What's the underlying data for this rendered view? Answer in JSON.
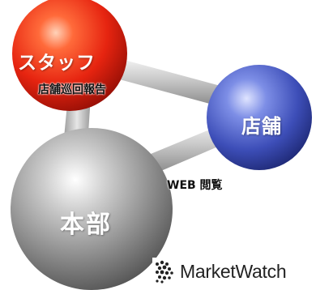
{
  "nodes": {
    "staff": {
      "label": "スタッフ",
      "color": "#e8281c"
    },
    "store": {
      "label": "店舗",
      "color": "#4a5fc4"
    },
    "hq": {
      "label": "本部",
      "color": "#8a8a8a"
    }
  },
  "edges": {
    "staff_store": {
      "label": "店舗巡回報告"
    },
    "hq_store": {
      "label": "WEB 閲覧"
    },
    "staff_hq": {
      "label": ""
    }
  },
  "logo": {
    "text": "MarketWatch"
  }
}
